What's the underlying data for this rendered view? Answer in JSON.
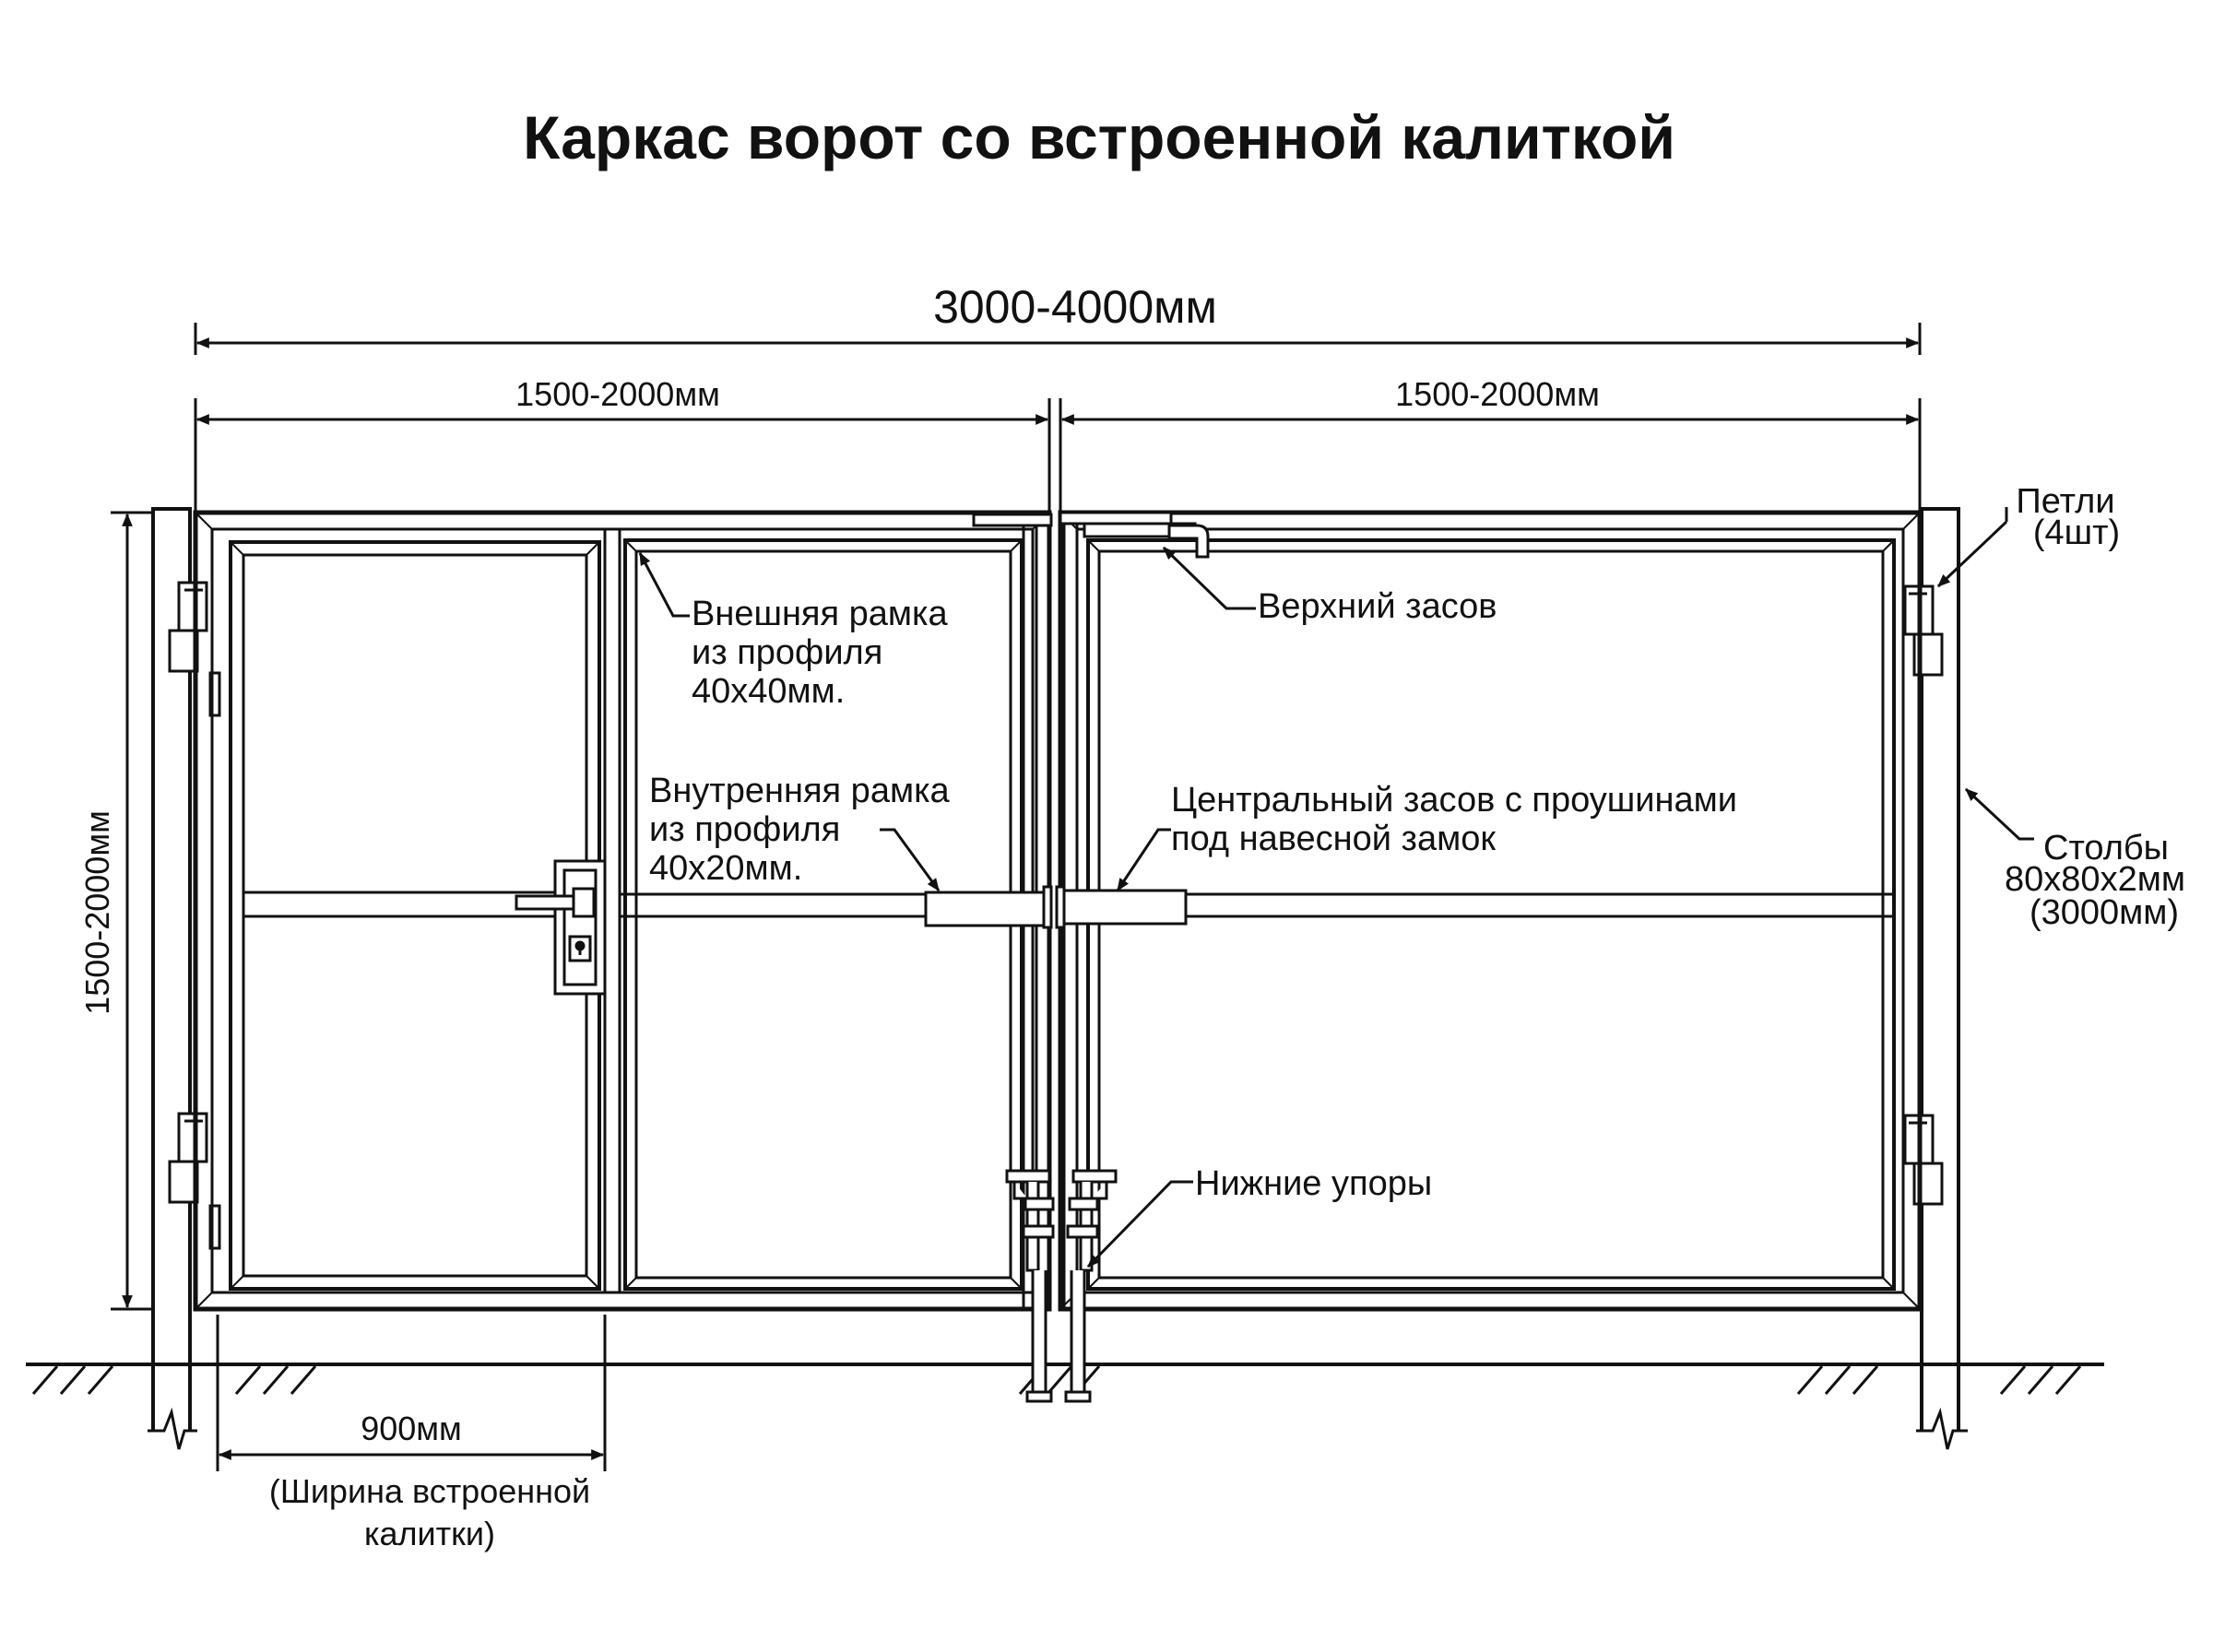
{
  "diagram": {
    "title": "Каркас ворот со встроенной калиткой",
    "dimensions": {
      "total_width": "3000-4000мм",
      "leaf_left_width": "1500-2000мм",
      "leaf_right_width": "1500-2000мм",
      "height": "1500-2000мм",
      "wicket_width": "900мм",
      "wicket_caption_line1": "(Ширина встроенной",
      "wicket_caption_line2": "калитки)"
    },
    "callouts": {
      "hinges": {
        "line1": "Петли",
        "line2": "(4шт)"
      },
      "outer_frame": {
        "line1": "Внешняя рамка",
        "line2": "из профиля",
        "line3": "40х40мм."
      },
      "inner_frame": {
        "line1": "Внутренняя рамка",
        "line2": "из профиля",
        "line3": "40х20мм."
      },
      "top_bolt": {
        "line1": "Верхний засов"
      },
      "central_bolt": {
        "line1": "Центральный засов с проушинами",
        "line2": "под навесной замок"
      },
      "posts": {
        "line1": "Столбы",
        "line2": "80х80х2мм",
        "line3": "(3000мм)"
      },
      "bottom_stops": {
        "line1": "Нижние упоры"
      }
    }
  }
}
